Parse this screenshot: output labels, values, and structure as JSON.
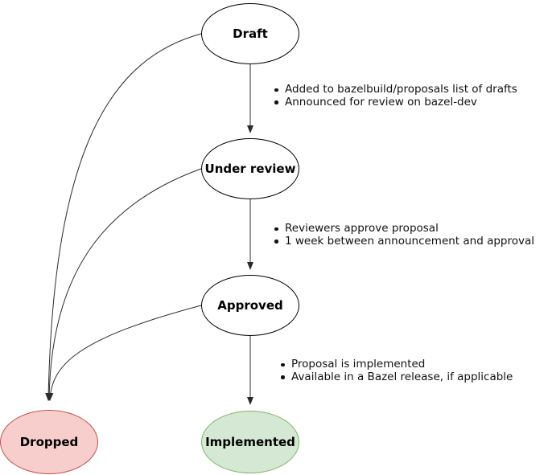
{
  "diagram": {
    "edge_color": "#2b2b2b",
    "nodes": {
      "draft": {
        "label": "Draft",
        "fill": "#ffffff",
        "border": "#000000"
      },
      "under_review": {
        "label": "Under review",
        "fill": "#ffffff",
        "border": "#000000"
      },
      "approved": {
        "label": "Approved",
        "fill": "#ffffff",
        "border": "#000000"
      },
      "dropped": {
        "label": "Dropped",
        "fill": "#f8cecc",
        "border": "#b85450"
      },
      "implemented": {
        "label": "Implemented",
        "fill": "#d5e8d4",
        "border": "#82b366"
      }
    },
    "annotations": {
      "draft_to_review": {
        "items": [
          "Added to bazelbuild/proposals list of drafts",
          "Announced for review on bazel-dev"
        ]
      },
      "review_to_approved": {
        "items": [
          "Reviewers approve proposal",
          "1 week between announcement and approval"
        ]
      },
      "approved_to_implemented": {
        "items": [
          "Proposal is implemented",
          "Available in a Bazel release, if applicable"
        ]
      }
    },
    "edges": [
      {
        "from": "draft",
        "to": "under_review"
      },
      {
        "from": "under_review",
        "to": "approved"
      },
      {
        "from": "approved",
        "to": "implemented"
      },
      {
        "from": "draft",
        "to": "dropped"
      },
      {
        "from": "under_review",
        "to": "dropped"
      },
      {
        "from": "approved",
        "to": "dropped"
      }
    ]
  }
}
